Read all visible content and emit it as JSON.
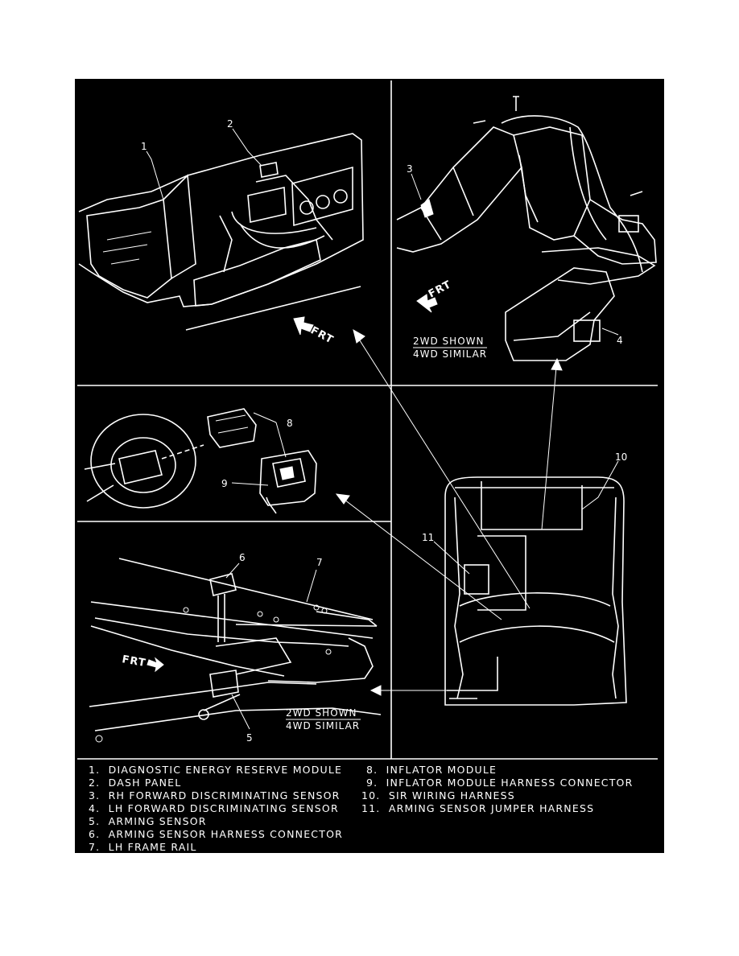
{
  "diagram": {
    "callouts": {
      "c1": "1",
      "c2": "2",
      "c3": "3",
      "c4": "4",
      "c5": "5",
      "c6": "6",
      "c7": "7",
      "c8": "8",
      "c9": "9",
      "c10": "10",
      "c11": "11"
    },
    "frt_label": "FRT",
    "captions": {
      "top_right_line1": "2WD SHOWN",
      "top_right_line2": "4WD SIMILAR",
      "bottom_left_line1": "2WD SHOWN",
      "bottom_left_line2": "4WD SIMILAR"
    }
  },
  "legend": {
    "left": [
      "1.  DIAGNOSTIC ENERGY RESERVE MODULE",
      "2.  DASH PANEL",
      "3.  RH FORWARD DISCRIMINATING SENSOR",
      "4.  LH FORWARD DISCRIMINATING SENSOR",
      "5.  ARMING SENSOR",
      "6.  ARMING SENSOR HARNESS CONNECTOR",
      "7.  LH FRAME RAIL"
    ],
    "right": [
      "8.  INFLATOR MODULE",
      "9.  INFLATOR MODULE HARNESS CONNECTOR",
      "10.  SIR WIRING HARNESS",
      "11.  ARMING SENSOR JUMPER HARNESS"
    ]
  }
}
